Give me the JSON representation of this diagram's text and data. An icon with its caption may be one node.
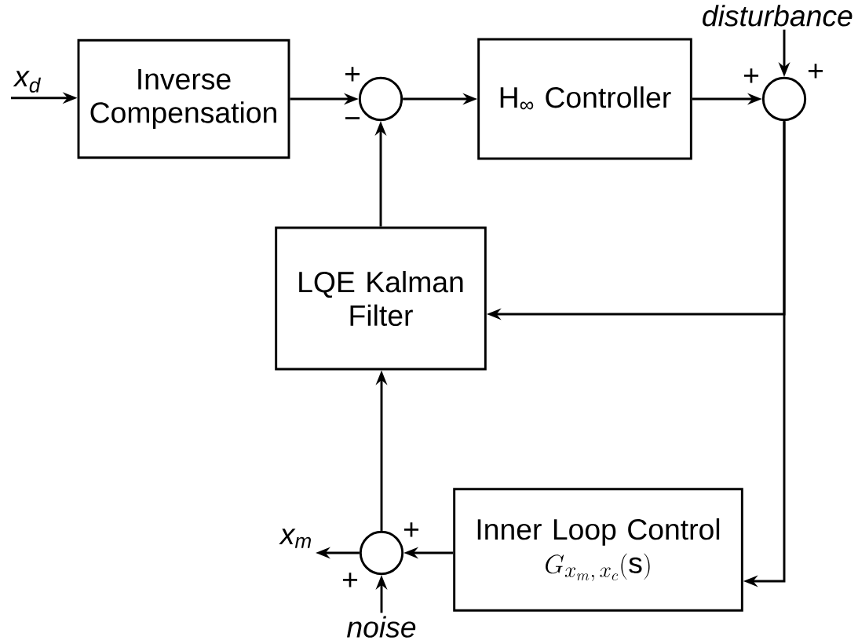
{
  "diagram": {
    "nodes": [
      {
        "text": [
          "x$_{d}$"
        ]
      },
      {
        "text": [
          "Inverse Compensation"
        ]
      },
      {
        "text": [],
        "shape": "circle"
      },
      {
        "text": [
          "H$_{∞}$ Controller"
        ]
      },
      {
        "text": [],
        "shape": "circle"
      },
      {
        "text": [
          "disturbance"
        ]
      },
      {
        "text": [
          "LQE Kalman Filter"
        ]
      },
      {
        "text": [
          "Inner Loop Control",
          "G_{x_m,\\,x_c}(\\mathrm{s})"
        ]
      },
      {
        "text": [],
        "shape": "circle"
      },
      {
        "text": [
          "x$_{m}$"
        ]
      },
      {
        "text": [
          "noise"
        ]
      }
    ],
    "edges": [
      {
        "from": 0,
        "to": 1,
        "arrow": "to"
      },
      {
        "from": 1,
        "to": 2,
        "arrow": "to"
      },
      {
        "from": 2,
        "to": 3,
        "arrow": "to"
      },
      {
        "from": 3,
        "to": 4,
        "arrow": "to"
      },
      {
        "from": 5,
        "to": 4,
        "arrow": "to"
      },
      {
        "from": 4,
        "to": 6,
        "arrow": "to"
      },
      {
        "from": 4,
        "to": 7,
        "arrow": "to"
      },
      {
        "from": 7,
        "to": 8,
        "arrow": "to"
      },
      {
        "from": 10,
        "to": 8,
        "arrow": "to"
      },
      {
        "from": 8,
        "to": 9,
        "arrow": "to"
      },
      {
        "from": 8,
        "to": 6,
        "arrow": "to"
      },
      {
        "from": 6,
        "to": 2,
        "arrow": "to"
      }
    ],
    "labels": [
      "+",
      "+",
      "+",
      "−",
      "+",
      "+"
    ]
  }
}
